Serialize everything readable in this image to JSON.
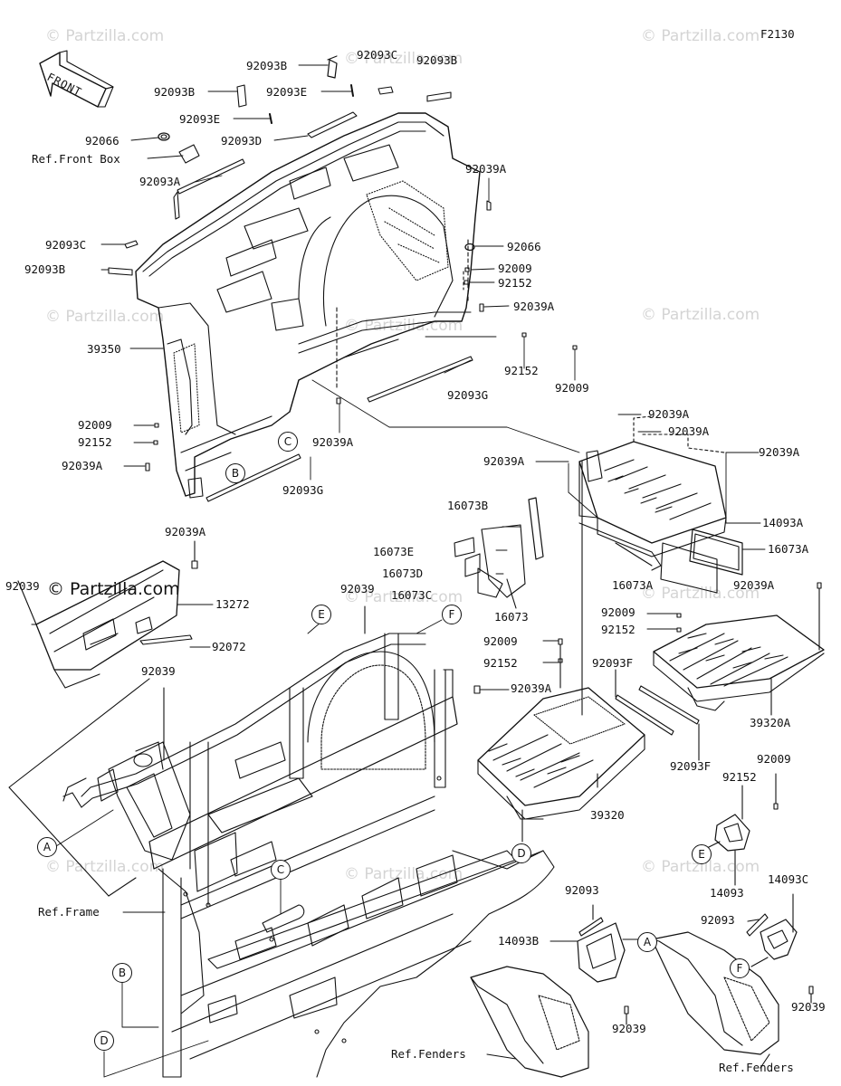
{
  "figure_code": "F2130",
  "front_label": "FRONT",
  "watermark": "© Partzilla.com",
  "labels": {
    "p92093B_a": "92093B",
    "p92093C_a": "92093C",
    "p92093B_b": "92093B",
    "p92093B_c": "92093B",
    "p92093E_a": "92093E",
    "p92093E_b": "92093E",
    "p92093D": "92093D",
    "p92066_a": "92066",
    "ref_front_box": "Ref.Front Box",
    "p92093A": "92093A",
    "p92039A_a": "92039A",
    "p92093C_b": "92093C",
    "p92066_b": "92066",
    "p92093B_d": "92093B",
    "p92009_a": "92009",
    "p92152_a": "92152",
    "p92039A_b": "92039A",
    "p39350": "39350",
    "p92152_b": "92152",
    "p92009_b": "92009",
    "p92093G_a": "92093G",
    "p92009_c": "92009",
    "p92152_c": "92152",
    "p92039A_c": "92039A",
    "p92039A_d": "92039A",
    "p92093G_b": "92093G",
    "p92039A_e": "92039A",
    "p92039A_f": "92039A",
    "p92039A_g": "92039A",
    "p92039A_h": "92039A",
    "p16073B": "16073B",
    "p14093A": "14093A",
    "p16073A_a": "16073A",
    "p16073E": "16073E",
    "p16073D": "16073D",
    "p16073C": "16073C",
    "p16073": "16073",
    "p16073A_b": "16073A",
    "p92039A_i": "92039A",
    "p92009_d": "92009",
    "p92152_d": "92152",
    "p92039A_j": "92039A",
    "p92039_a": "92039",
    "p13272": "13272",
    "p92039_b": "92039",
    "p92072": "92072",
    "p92039_c": "92039",
    "p92009_e": "92009",
    "p92152_e": "92152",
    "p92039A_k": "92039A",
    "p92093F_a": "92093F",
    "p39320A": "39320A",
    "p92093F_b": "92093F",
    "p39320": "39320",
    "p92009_f": "92009",
    "p92152_f": "92152",
    "p14093": "14093",
    "p92093_a": "92093",
    "p14093C": "14093C",
    "p92093_b": "92093",
    "ref_frame": "Ref.Frame",
    "p14093B": "14093B",
    "p92039_d": "92039",
    "p92039_e": "92039",
    "ref_fenders_a": "Ref.Fenders",
    "ref_fenders_b": "Ref.Fenders"
  },
  "callouts": {
    "A1": "A",
    "A2": "A",
    "B1": "B",
    "B2": "B",
    "C1": "C",
    "C2": "C",
    "D1": "D",
    "D2": "D",
    "E1": "E",
    "E2": "E",
    "F1": "F",
    "F2": "F"
  },
  "colors": {
    "ink": "#111111",
    "watermark": "#d4d4d4",
    "background": "#ffffff"
  }
}
